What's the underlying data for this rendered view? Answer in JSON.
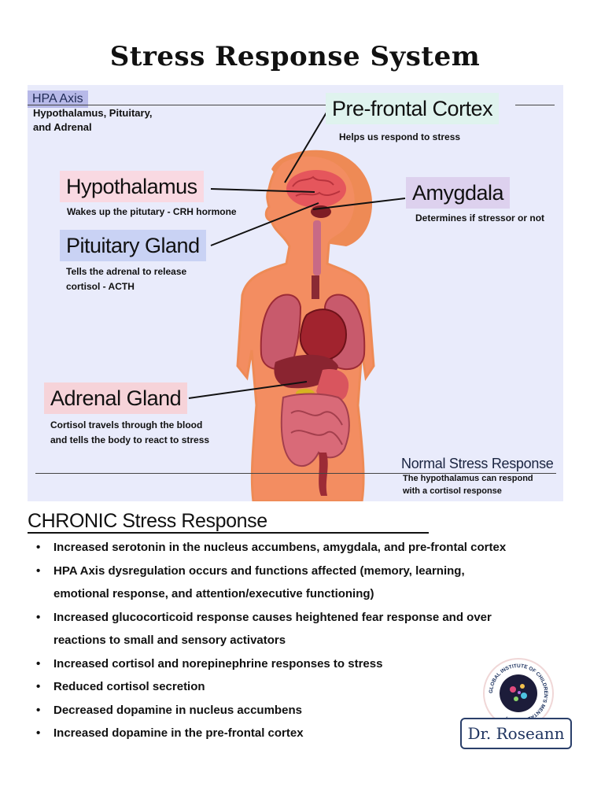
{
  "title": "Stress Response System",
  "hpa": {
    "tag": "HPA Axis",
    "subtitle_line1": "Hypothalamus, Pituitary,",
    "subtitle_line2": "and Adrenal"
  },
  "labels": {
    "prefrontal": {
      "name": "Pre-frontal Cortex",
      "desc": "Helps us respond to stress",
      "color": "#dff3ee"
    },
    "hypothalamus": {
      "name": "Hypothalamus",
      "desc": "Wakes up the pitutary - CRH hormone",
      "color": "#f9d9e2"
    },
    "amygdala": {
      "name": "Amygdala",
      "desc": "Determines if stressor or not",
      "color": "#ddd1ee"
    },
    "pituitary": {
      "name": "Pituitary Gland",
      "desc_line1": "Tells the adrenal to release",
      "desc_line2": "cortisol - ACTH",
      "color": "#c9d2f4"
    },
    "adrenal": {
      "name": "Adrenal Gland",
      "desc_line1": "Cortisol travels through the blood",
      "desc_line2": "and tells the body to react to stress",
      "color": "#f6d3d9"
    }
  },
  "normal": {
    "title": "Normal Stress Response",
    "desc_line1": "The hypothalamus can respond",
    "desc_line2": "with a cortisol response"
  },
  "chronic": {
    "title": "CHRONIC Stress Response",
    "items": [
      "Increased serotonin in the nucleus accumbens, amygdala, and pre-frontal cortex",
      "HPA Axis dysregulation occurs and functions affected (memory, learning, emotional response, and attention/executive functioning)",
      "Increased glucocorticoid response causes heightened fear response and over reactions to small and sensory activators",
      "Increased cortisol and norepinephrine responses to stress",
      "Reduced cortisol secretion",
      "Decreased dopamine in nucleus accumbens",
      "Increased dopamine in the pre-frontal cortex"
    ]
  },
  "logo": {
    "ring_text": "GLOBAL INSTITUTE OF CHILDREN'S MENTAL HEALTH",
    "name": "Dr. Roseann"
  },
  "colors": {
    "panel": "#e9ebfb",
    "body_outline": "#ee8a55",
    "body_fill": "#f38d61",
    "organ_dark": "#9c2b36",
    "organ_red": "#d9555e",
    "lungs": "#c85a6c",
    "intestine": "#d96a78"
  }
}
